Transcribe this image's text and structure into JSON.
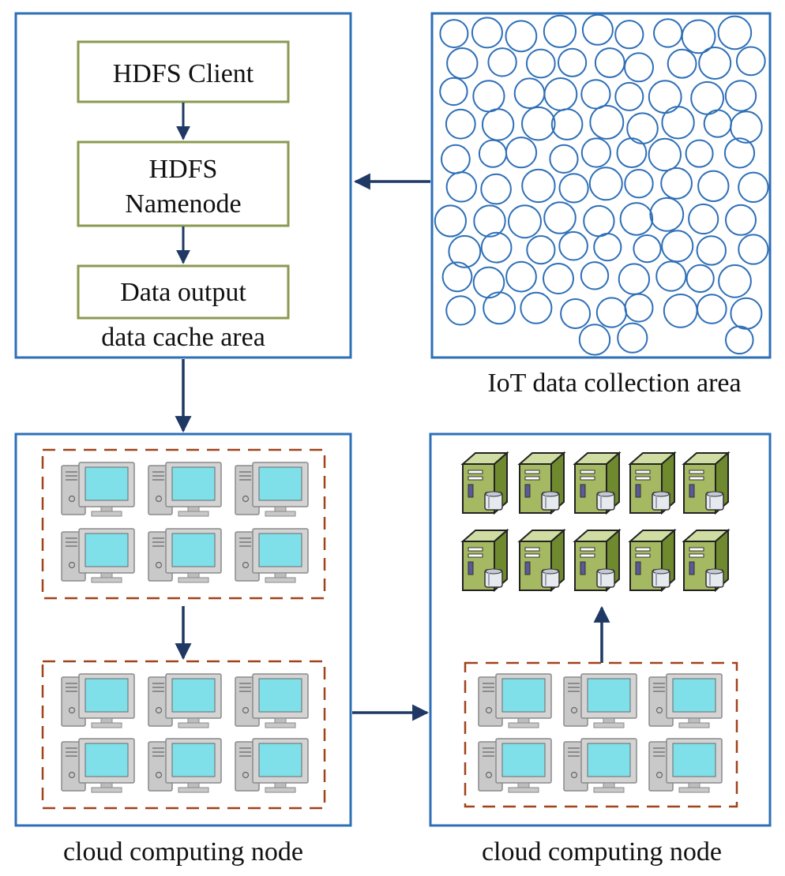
{
  "diagram": {
    "cache_area": {
      "boxes": [
        "HDFS Client",
        "HDFS",
        "Namenode",
        "Data output"
      ],
      "label": "data cache area"
    },
    "iot_area": {
      "label": "IoT data collection area"
    },
    "left_node": {
      "label": "cloud computing node"
    },
    "right_node": {
      "label": "cloud computing node"
    },
    "colors": {
      "panel_border": "#2e6fb7",
      "box_border": "#8a9a4e",
      "arrow": "#1f3864",
      "dashed_group": "#a0421a",
      "monitor_screen": "#7fe0ea",
      "server_body": "#9cb05a",
      "circle_stroke": "#2e6fb7"
    }
  }
}
